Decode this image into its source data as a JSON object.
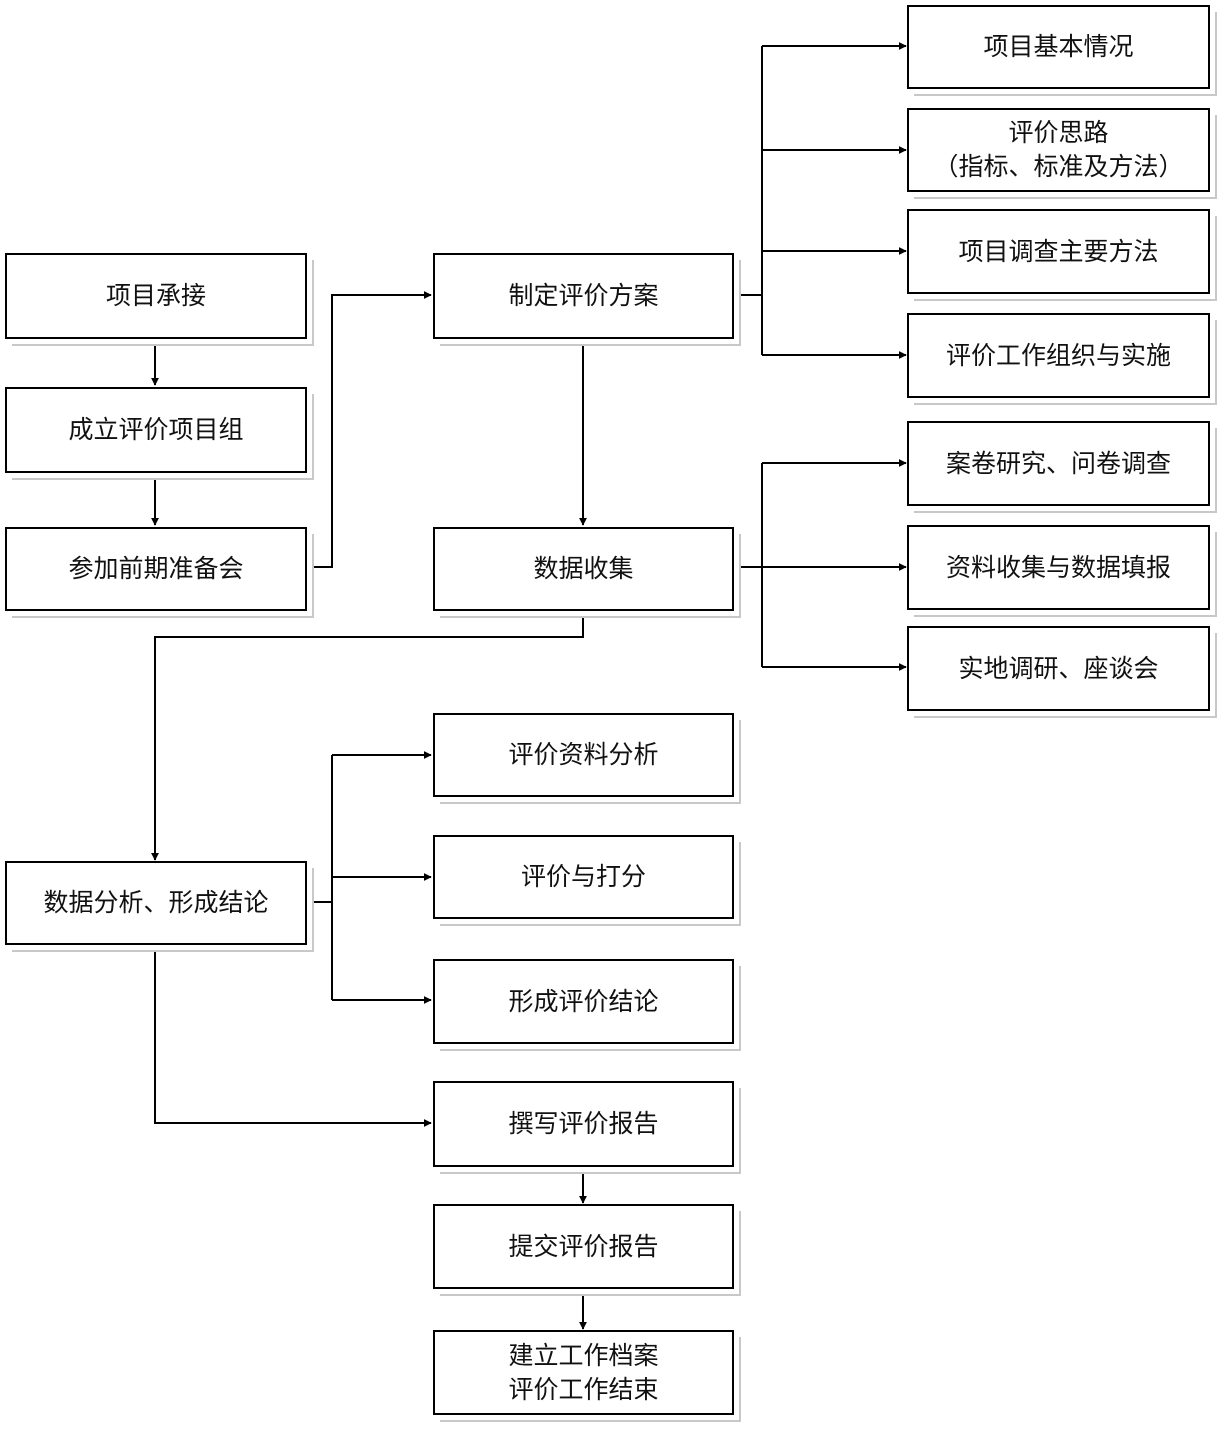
{
  "nodes": {
    "xmcj": "项目承接",
    "clpjxmz": "成立评价项目组",
    "cjqqzbh": "参加前期准备会",
    "zdpjfa": "制定评价方案",
    "sjsj": "数据收集",
    "sjfx_xcjl": "数据分析、形成结论",
    "xmjbqk": "项目基本情况",
    "pjsl_1": "评价思路",
    "pjsl_2": "（指标、标准及方法）",
    "xmdczyff": "项目调查主要方法",
    "pjgzzzyss": "评价工作组织与实施",
    "ajyj_wjdc": "案卷研究、问卷调查",
    "zlsj_sjtb": "资料收集与数据填报",
    "sddy_zth": "实地调研、座谈会",
    "pjzlfx": "评价资料分析",
    "pjydf": "评价与打分",
    "xcpjjl": "形成评价结论",
    "zxpjbg": "撰写评价报告",
    "tjpjbg": "提交评价报告",
    "jlgzda": "建立工作档案",
    "pjgzjs": "评价工作结束"
  }
}
